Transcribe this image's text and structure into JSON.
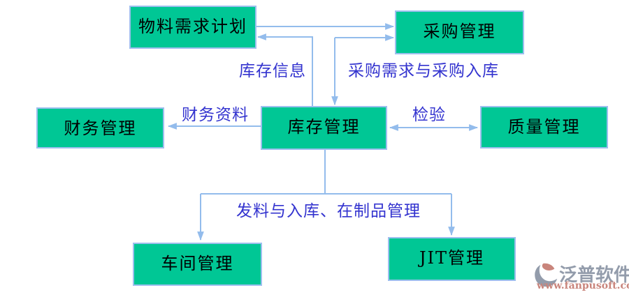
{
  "diagram": {
    "title_implicit": "",
    "nodes": [
      {
        "id": "mrp",
        "label": "物料需求计划"
      },
      {
        "id": "purchasing",
        "label": "采购管理"
      },
      {
        "id": "finance",
        "label": "财务管理"
      },
      {
        "id": "inventory",
        "label": "库存管理"
      },
      {
        "id": "quality",
        "label": "质量管理"
      },
      {
        "id": "workshop",
        "label": "车间管理"
      },
      {
        "id": "jit",
        "label": "JIT管理"
      }
    ],
    "edge_labels": [
      {
        "id": "inventory-info",
        "text": "库存信息"
      },
      {
        "id": "purchase-flow",
        "text": "采购需求与采购入库"
      },
      {
        "id": "finance-data",
        "text": "财务资料"
      },
      {
        "id": "inspection",
        "text": "检验"
      },
      {
        "id": "issue-receipt",
        "text": "发料与入库、在制品管理"
      }
    ],
    "edges": [
      {
        "from": "mrp",
        "to": "purchasing",
        "label": ""
      },
      {
        "from": "inventory",
        "to": "mrp",
        "label": "库存信息"
      },
      {
        "from": "inventory",
        "to": "purchasing",
        "label": "采购需求与采购入库",
        "bidirectional": true
      },
      {
        "from": "inventory",
        "to": "finance",
        "label": "财务资料"
      },
      {
        "from": "inventory",
        "to": "quality",
        "label": "检验",
        "bidirectional": true
      },
      {
        "from": "inventory",
        "to": "workshop",
        "label": "发料与入库、在制品管理"
      },
      {
        "from": "inventory",
        "to": "jit",
        "label": "发料与入库、在制品管理"
      }
    ]
  },
  "watermark": {
    "brand": "泛普软件",
    "url": "www.fanpusoft.com"
  },
  "colors": {
    "node_fill": "#00C795",
    "node_border": "#9DBFEE",
    "connector": "#93BCEC",
    "edge_label_text": "#3333CF",
    "node_text": "#000000",
    "watermark_gray": "#939CAB",
    "watermark_accent": "#C9857C"
  }
}
